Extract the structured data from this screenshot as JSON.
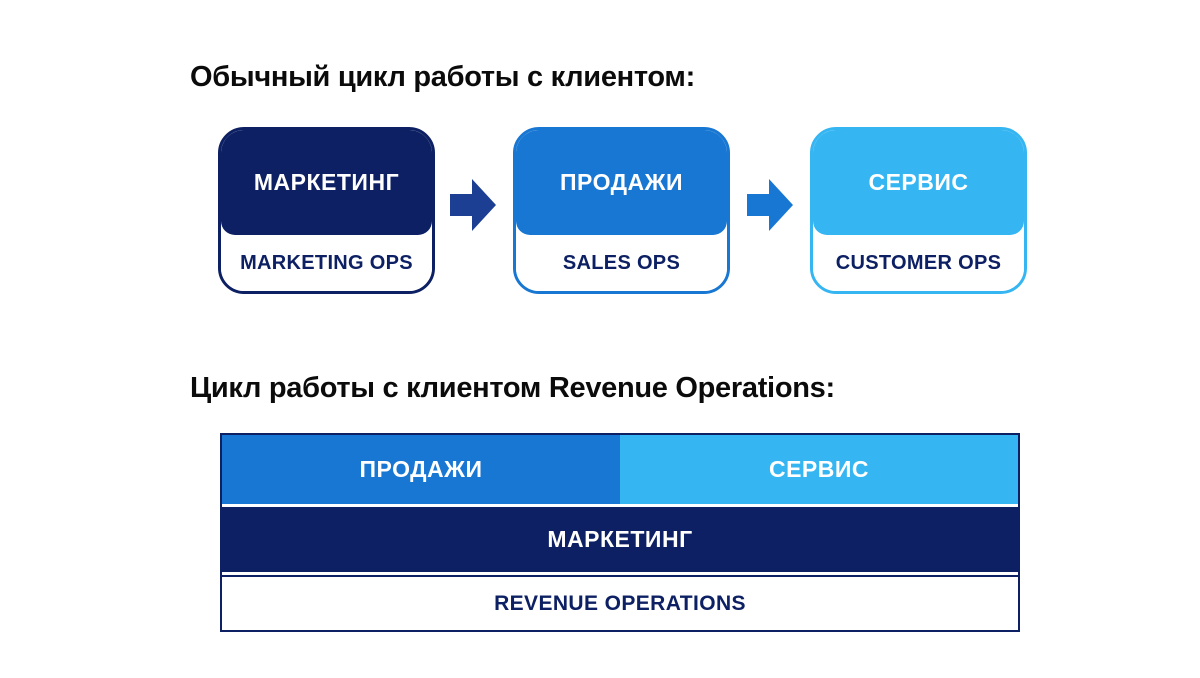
{
  "colors": {
    "navy": "#0d2063",
    "blue": "#1877d3",
    "light_blue": "#35b6f2",
    "arrow1": "#1c3f94",
    "arrow2": "#1877d3",
    "ops_text": "#0d2063",
    "title_text": "#0b0b0b",
    "background": "#ffffff"
  },
  "flow_section": {
    "title": "Обычный цикл работы с клиентом:",
    "stages": [
      {
        "label": "МАРКЕТИНГ",
        "ops": "MARKETING OPS",
        "color": "#0d2063"
      },
      {
        "label": "ПРОДАЖИ",
        "ops": "SALES OPS",
        "color": "#1877d3"
      },
      {
        "label": "СЕРВИС",
        "ops": "CUSTOMER OPS",
        "color": "#35b6f2"
      }
    ],
    "arrows": [
      {
        "name": "arrow-1",
        "color": "#1c3f94"
      },
      {
        "name": "arrow-2",
        "color": "#1877d3"
      }
    ]
  },
  "revops_section": {
    "title": "Цикл работы с клиентом Revenue Operations:",
    "top_row": [
      {
        "label": "ПРОДАЖИ",
        "color": "#1877d3"
      },
      {
        "label": "СЕРВИС",
        "color": "#35b6f2"
      }
    ],
    "middle_row": {
      "label": "МАРКЕТИНГ",
      "color": "#0d2063"
    },
    "bottom_row": {
      "label": "REVENUE OPERATIONS"
    }
  }
}
